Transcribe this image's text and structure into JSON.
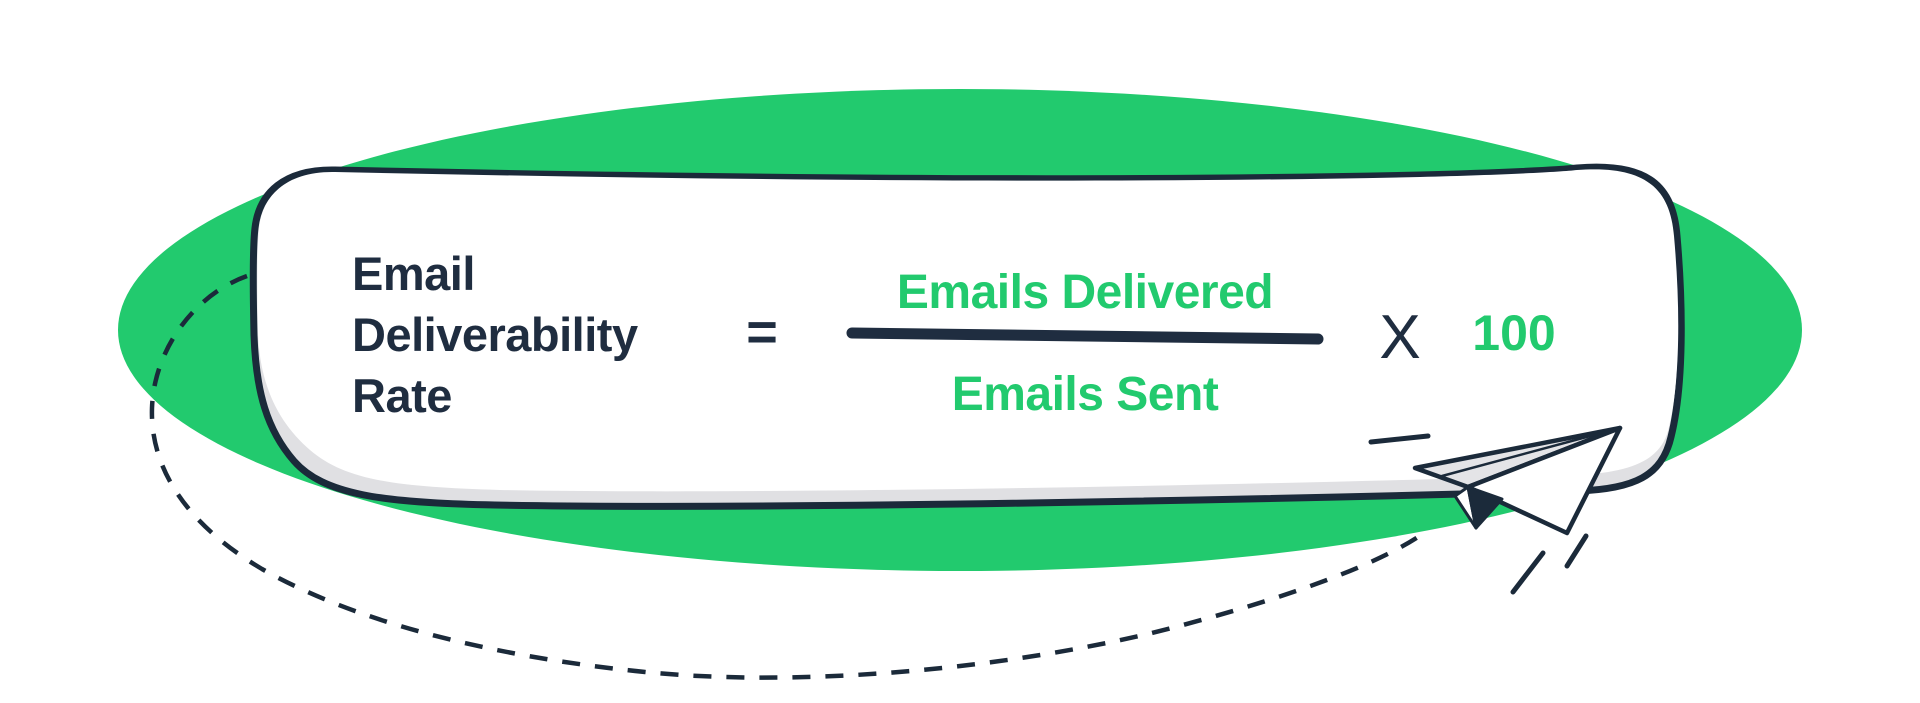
{
  "illustration": {
    "headline": {
      "line1": "Email",
      "line2": "Deliverability",
      "line3": "Rate"
    },
    "equation": {
      "equals": "=",
      "numerator": "Emails Delivered",
      "denominator": "Emails Sent",
      "operator": "X",
      "multiplier": "100"
    },
    "icons": {
      "paper_plane": "paper-plane-icon",
      "dashed_flight_path": "dashed-flight-path",
      "speed_lines": "speed-lines"
    },
    "colors": {
      "green": "#22CA6E",
      "navy_text": "#1F2D40",
      "outline": "#1B2A3A",
      "shadow_gray": "#E0E0E3",
      "plane_gray": "#E4E4E7",
      "background": "#FFFFFF"
    }
  }
}
